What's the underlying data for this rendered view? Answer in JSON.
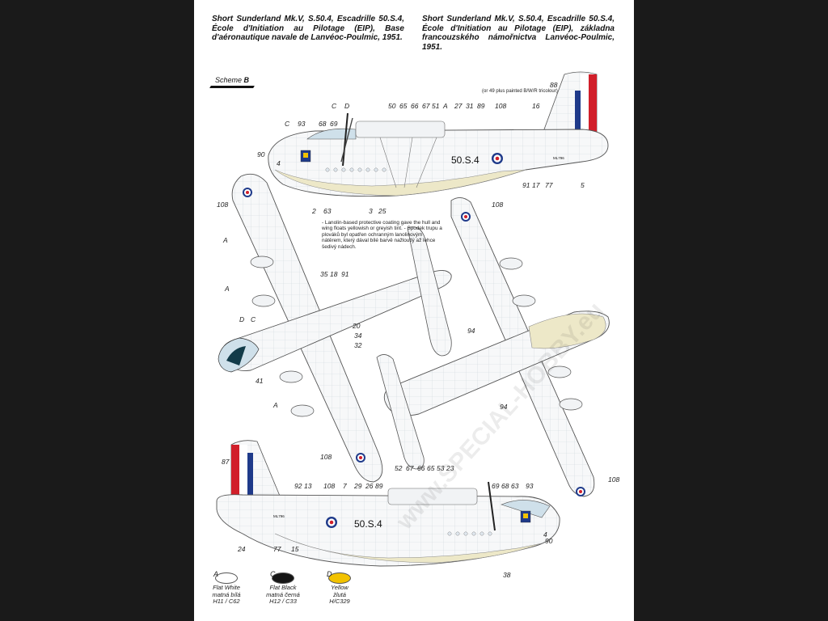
{
  "header_left": "Short Sunderland Mk.V, S.50.4, Escadrille 50.S.4, École d'Initiation au Pilotage (EIP), Base d'aéronautique navale de Lanvéoc-Poulmic, 1951.",
  "header_right": "Short Sunderland Mk.V, S.50.4, Escadrille 50.S.4, École d'Initiation au Pilotage (EIP), základna francouzského námořnictva Lanvéoc-Poulmic, 1951.",
  "scheme_label": "Scheme",
  "scheme_letter": "B",
  "tricolour_note": "(or 49 plus painted B/W/R tricolour)",
  "lanolin_note": "- Lanolin-based protective coating gave the hull and wing floats yellowish or greyish tint. - Spodek trupu a plováků byl opatřen ochranným lanolinovým nátěrem, který dával bílé barvě nažloutlý až lehce šedivý nádech.",
  "aircraft_code": "50.S.4",
  "serial_small": "ML796",
  "watermark": "www.SPECIAL-HOBBY.eu",
  "callouts_top": [
    "C",
    "93",
    "68",
    "69",
    "C",
    "D",
    "50",
    "65",
    "66",
    "67",
    "51",
    "A",
    "27",
    "31",
    "89",
    "108",
    "16",
    "88",
    "90",
    "4",
    "2",
    "63",
    "3",
    "25",
    "91",
    "17",
    "77",
    "5"
  ],
  "callouts_plan_top": [
    "108",
    "A",
    "A",
    "35",
    "18",
    "91",
    "D",
    "C",
    "20",
    "34",
    "32",
    "41",
    "A",
    "108"
  ],
  "callouts_plan_bottom": [
    "108",
    "94",
    "94",
    "108"
  ],
  "callouts_bottom": [
    "87",
    "92",
    "13",
    "108",
    "7",
    "29",
    "26",
    "89",
    "52",
    "67",
    "66",
    "65",
    "53",
    "23",
    "69",
    "68",
    "63",
    "93",
    "24",
    "77",
    "15",
    "4",
    "90",
    "38"
  ],
  "legend": [
    {
      "letter": "A",
      "name": "Flat White",
      "czech": "matná bílá",
      "code": "H11 / C62",
      "color": "#ffffff"
    },
    {
      "letter": "C",
      "name": "Flat Black",
      "czech": "matná černá",
      "code": "H12 / C33",
      "color": "#151515"
    },
    {
      "letter": "D",
      "name": "Yellow",
      "czech": "žlutá",
      "code": "H/C329",
      "color": "#f2c200"
    }
  ],
  "colors": {
    "flag_blue": "#1f3a8a",
    "flag_red": "#d11f2a",
    "hull_tint": "#ede8c8",
    "panel": "#c9d2da"
  }
}
